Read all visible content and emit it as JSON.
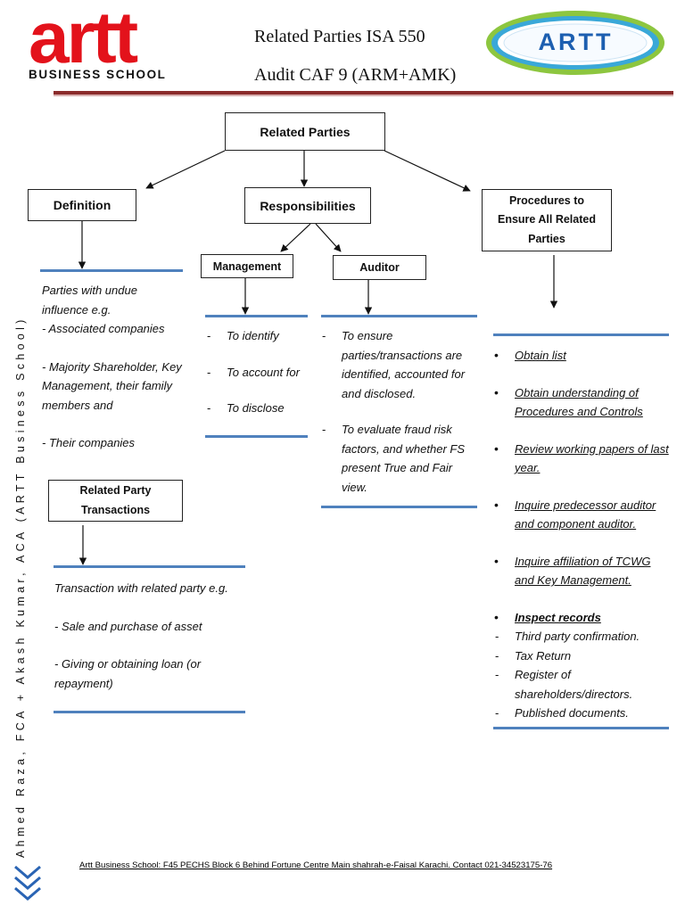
{
  "header": {
    "logo_main": "artt",
    "logo_sub": "BUSINESS SCHOOL",
    "title_line1": "Related Parties ISA 550",
    "title_line2": "Audit CAF 9 (ARM+AMK)",
    "badge_text": "ARTT"
  },
  "chart": {
    "root": "Related Parties",
    "definition": "Definition",
    "responsibilities": "Responsibilities",
    "procedures": "Procedures to Ensure All Related Parties",
    "management": "Management",
    "auditor": "Auditor",
    "rpt": "Related Party Transactions"
  },
  "definition_text": {
    "line1": "Parties with undue influence e.g.",
    "line2": "- Associated companies",
    "line3": "- Majority Shareholder, Key Management, their family members and",
    "line4": "- Their companies"
  },
  "management_items": [
    "To identify",
    "To account for",
    "To disclose"
  ],
  "auditor_items": [
    "To ensure parties/transactions are identified, accounted for and disclosed.",
    "To evaluate fraud risk factors, and whether FS present True and Fair view."
  ],
  "rpt_text": {
    "line1": "Transaction with related party e.g.",
    "line2": "- Sale and purchase of asset",
    "line3": "- Giving or obtaining loan (or repayment)"
  },
  "procedure_items": [
    "Obtain list",
    "Obtain understanding of Procedures and Controls",
    "Review working papers of last year.",
    "Inquire predecessor auditor and component auditor.",
    "Inquire affiliation of TCWG and Key Management.",
    "Inspect records"
  ],
  "inspect_sub_items": [
    "Third party confirmation.",
    "Tax Return",
    "Register of shareholders/directors.",
    "Published documents."
  ],
  "side_text": "Ahmed Raza, FCA + Akash Kumar, ACA (ARTT Business School)",
  "footer_text": "Artt Business School: F45 PECHS Block 6 Behind Fortune Centre Main shahrah-e-Faisal Karachi. Contact 021-34523175-76",
  "icons": {
    "chevron": "chevron-down-icon"
  },
  "colors": {
    "brand_red": "#e3121b",
    "bar_blue": "#4f81bd",
    "divider": "#8b2b2b",
    "badge_blue": "#1d5fb0",
    "badge_green": "#8dc63f"
  }
}
